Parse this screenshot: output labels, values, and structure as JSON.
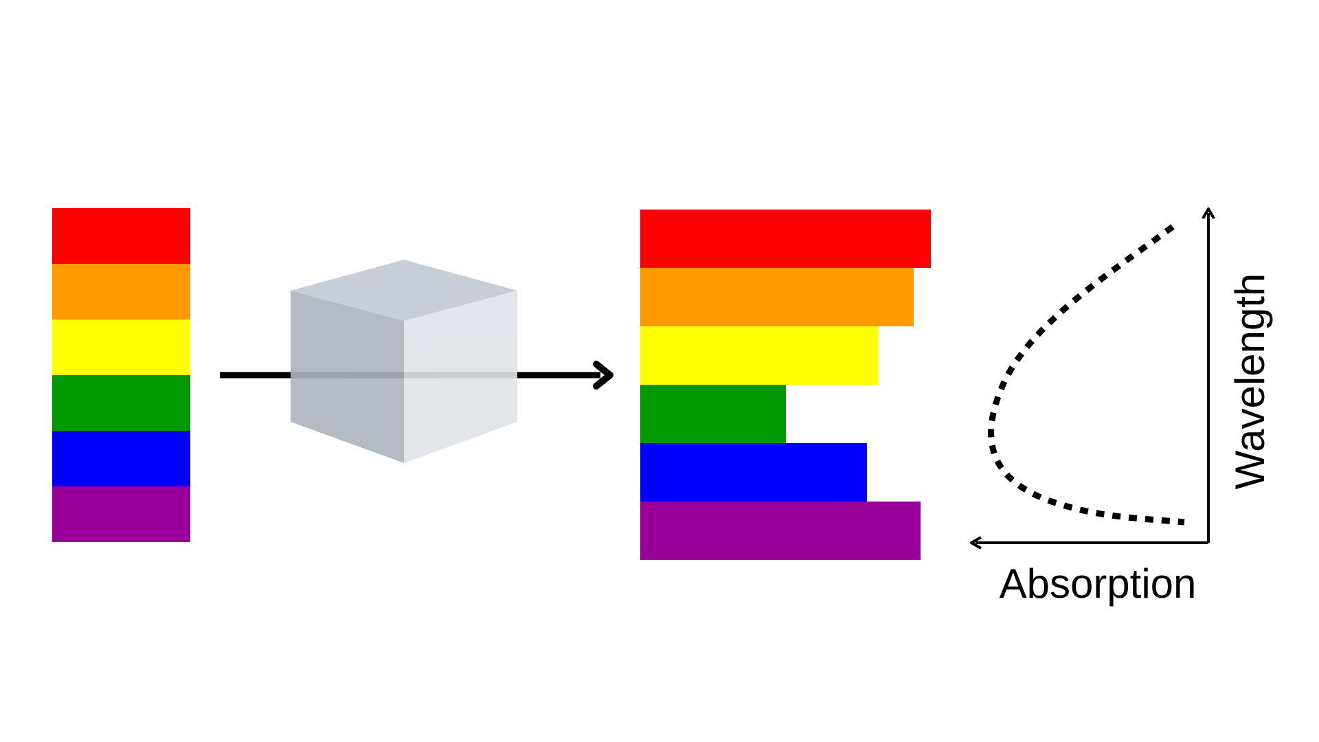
{
  "colors": {
    "red": "#ff0000",
    "orange": "#ff9900",
    "yellow": "#ffff00",
    "green": "#009900",
    "blue": "#0000ff",
    "purple": "#990099",
    "cube_top": "#c4c9d0",
    "cube_left": "#aeb4bb",
    "cube_right": "#dfe3e7",
    "line": "#000000"
  },
  "incident_light": {
    "bands": [
      "red",
      "orange",
      "yellow",
      "green",
      "blue",
      "purple"
    ]
  },
  "sample": {
    "icon": "cube-icon"
  },
  "transmitted_light": {
    "bands": [
      {
        "color": "red",
        "relative_intensity": 1.0
      },
      {
        "color": "orange",
        "relative_intensity": 0.94
      },
      {
        "color": "yellow",
        "relative_intensity": 0.82
      },
      {
        "color": "green",
        "relative_intensity": 0.5
      },
      {
        "color": "blue",
        "relative_intensity": 0.78
      },
      {
        "color": "purple",
        "relative_intensity": 0.965
      }
    ]
  },
  "spectrum_plot": {
    "x_label": "Absorption",
    "y_label": "Wavelength"
  }
}
